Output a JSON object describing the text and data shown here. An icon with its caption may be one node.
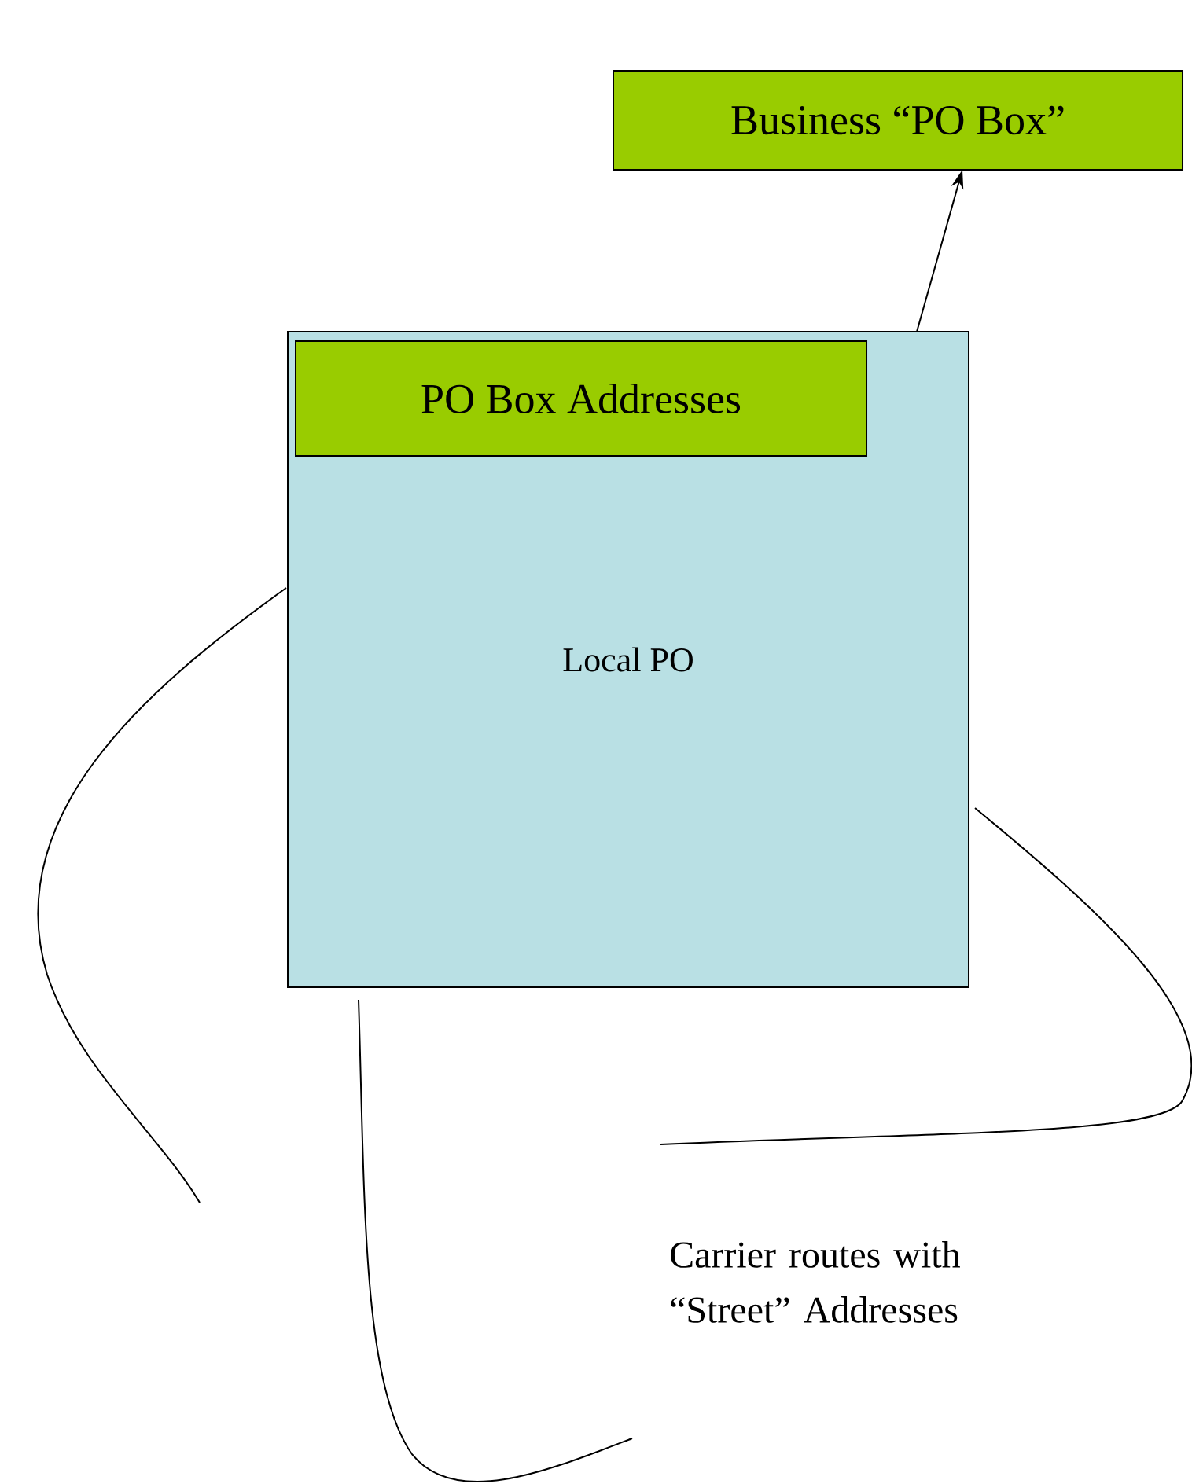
{
  "diagram": {
    "nodes": [
      {
        "text": [
          "Business “PO Box”"
        ]
      },
      {
        "text": [
          "Local PO"
        ]
      },
      {
        "text": [
          "PO Box Addresses"
        ],
        "in": 1
      }
    ],
    "edges": [
      {
        "from": 1,
        "to": 0,
        "arrow": "to"
      }
    ],
    "labels": [
      "Carrier routes with “Street” Addresses"
    ]
  }
}
